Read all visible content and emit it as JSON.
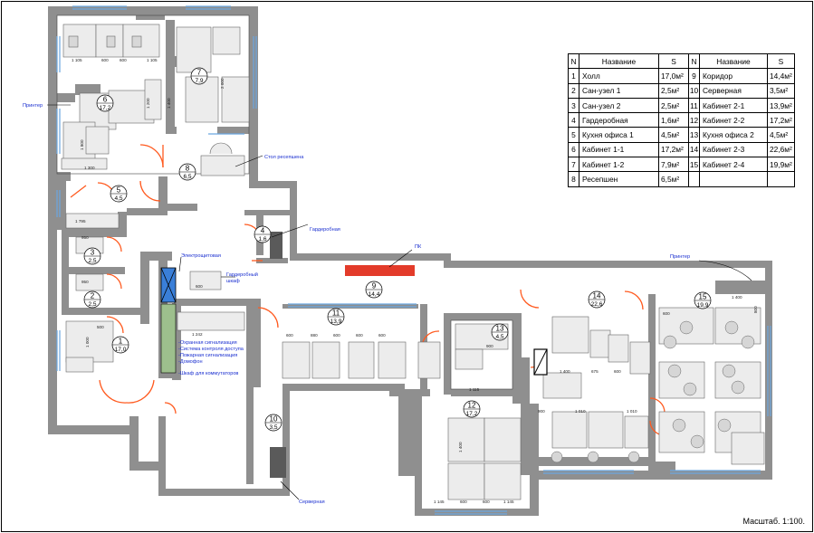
{
  "table": {
    "head": [
      "N",
      "Название",
      "S",
      "N",
      "Название",
      "S"
    ],
    "rows": [
      [
        "1",
        "Холл",
        "17,0м²",
        "9",
        "Коридор",
        "14,4м²"
      ],
      [
        "2",
        "Сан-узел 1",
        "2,5м²",
        "10",
        "Серверная",
        "3,5м²"
      ],
      [
        "3",
        "Сан-узел 2",
        "2,5м²",
        "11",
        "Кабинет 2-1",
        "13,9м²"
      ],
      [
        "4",
        "Гардеробная",
        "1,6м²",
        "12",
        "Кабинет 2-2",
        "17,2м²"
      ],
      [
        "5",
        "Кухня офиса 1",
        "4,5м²",
        "13",
        "Кухня офиса 2",
        "4,5м²"
      ],
      [
        "6",
        "Кабинет 1-1",
        "17,2м²",
        "14",
        "Кабинет 2-3",
        "22,6м²"
      ],
      [
        "7",
        "Кабинет 1-2",
        "7,9м²",
        "15",
        "Кабинет 2-4",
        "19,9м²"
      ],
      [
        "8",
        "Ресепшен",
        "6,5м²",
        "",
        "",
        ""
      ]
    ]
  },
  "scale_label": "Масштаб. 1:100.",
  "rooms": [
    {
      "n": "1",
      "s": "17,0"
    },
    {
      "n": "2",
      "s": "2,5"
    },
    {
      "n": "3",
      "s": "2,5"
    },
    {
      "n": "4",
      "s": "1,6"
    },
    {
      "n": "5",
      "s": "4,5"
    },
    {
      "n": "6",
      "s": "17,2"
    },
    {
      "n": "7",
      "s": "7,9"
    },
    {
      "n": "8",
      "s": "6,5"
    },
    {
      "n": "9",
      "s": "14,4"
    },
    {
      "n": "10",
      "s": "3,5"
    },
    {
      "n": "11",
      "s": "13,9"
    },
    {
      "n": "12",
      "s": "17,2"
    },
    {
      "n": "13",
      "s": "4,5"
    },
    {
      "n": "14",
      "s": "22,6"
    },
    {
      "n": "15",
      "s": "19,9"
    }
  ],
  "labels": {
    "printer_left": "Принтер",
    "printer_right": "Принтер",
    "reception_desk": "Стол ресепшена",
    "wardrobe": "Гардеробная",
    "pc": "ПК",
    "el_panel": "Электрощитовая",
    "wardrobe_cabinet": "Гардеробный шкаф",
    "server_room": "Серверная",
    "systems": [
      "-Охранная сигнализация",
      "-Система контроля доступа",
      "-Пожарная сигнализация",
      "-Домофон"
    ],
    "switch_cabinet": "-Шкаф для коммутаторов"
  },
  "dims": {
    "d1105a": "1 105",
    "d600a": "600",
    "d600b": "600",
    "d1105b": "1 105",
    "d1400a": "1 400",
    "d2000": "2 000",
    "d1800": "1 800",
    "d1300": "1 300",
    "d1200": "1 200",
    "d1795": "1 795",
    "d950a": "950",
    "d950b": "950",
    "d500": "500",
    "d1000": "1 000",
    "d1242": "1 242",
    "d600c": "600",
    "d600d": "600",
    "d880": "880",
    "d600e": "600",
    "d600f": "600",
    "d600g": "600",
    "d900a": "900",
    "d1115": "1 115",
    "d1400b": "1 400",
    "d675": "675",
    "d600h": "600",
    "d900b": "900",
    "d1010a": "1 010",
    "d1010b": "1 010",
    "d1400c": "1 400",
    "d1145a": "1 145",
    "d600i": "600",
    "d600j": "600",
    "d1145b": "1 145",
    "d1400d": "1 400",
    "d600k": "600",
    "d800": "800"
  },
  "colors": {
    "wall": "#8f8f8f",
    "pc": "#e33b2a",
    "panel": "#3a7fd8",
    "door": "#ff5a1f",
    "ann": "#1a2fd0"
  }
}
